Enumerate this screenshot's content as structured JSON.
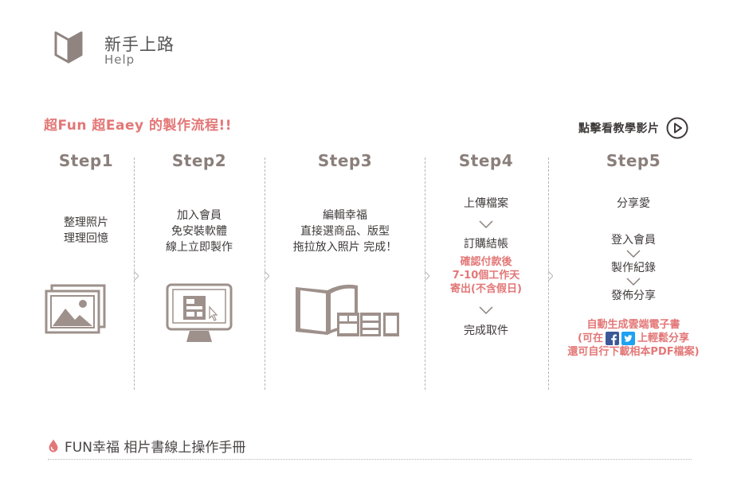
{
  "header": {
    "title": "新手上路",
    "subtitle": "Help"
  },
  "section": {
    "title": "超Fun 超Eaey 的製作流程!!",
    "video_link": "點擊看教學影片"
  },
  "steps": [
    {
      "title": "Step1",
      "lines": [
        "整理照片",
        "理理回憶"
      ],
      "icon": "photo-stack-icon"
    },
    {
      "title": "Step2",
      "lines": [
        "加入會員",
        "免安裝軟體",
        "線上立即製作"
      ],
      "icon": "computer-monitor-icon"
    },
    {
      "title": "Step3",
      "lines": [
        "編輯幸福",
        "直接選商品、版型",
        "拖拉放入照片 完成！"
      ],
      "icon": "open-photobook-icon"
    },
    {
      "title": "Step4",
      "upload": "上傳檔案",
      "order": "訂購結帳",
      "notice": [
        "確認付款後",
        "7-10個工作天",
        "寄出(不含假日)"
      ],
      "pickup": "完成取件"
    },
    {
      "title": "Step5",
      "share": "分享愛",
      "login": "登入會員",
      "records": "製作紀錄",
      "publish": "發佈分享",
      "ebook": [
        "自動生成雲端電子書",
        "(可在",
        "上輕鬆分享",
        "還可自行下載相本PDF檔案)"
      ]
    }
  ],
  "footer": {
    "manual_link": "FUN幸福 相片書線上操作手冊"
  },
  "colors": {
    "accent": "#e37777",
    "step": "#8a7f7b",
    "icon": "#9e908b",
    "facebook": "#3b5998",
    "twitter": "#1da1f2"
  }
}
